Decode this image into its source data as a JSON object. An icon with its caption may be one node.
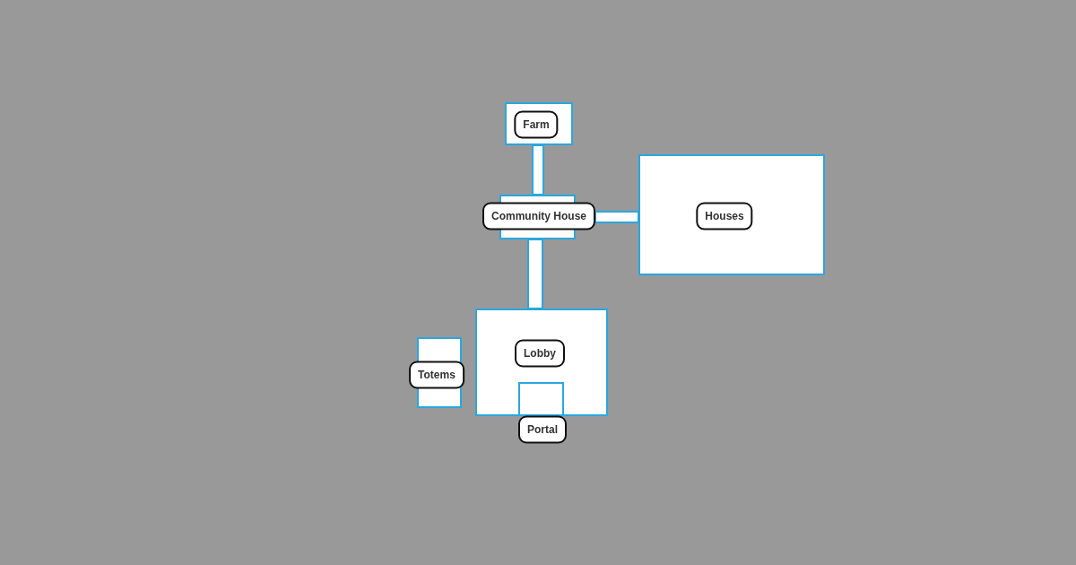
{
  "diagram": {
    "nodes": [
      {
        "text": [
          "Farm"
        ]
      },
      {
        "text": [
          "Community House"
        ]
      },
      {
        "text": [
          "Houses"
        ]
      },
      {
        "text": [
          "Lobby"
        ]
      },
      {
        "text": [
          "Totems"
        ]
      },
      {
        "text": [
          "Portal"
        ],
        "in": 3
      }
    ],
    "edges": [
      {
        "from": 0,
        "to": 1,
        "arrow": "none"
      },
      {
        "from": 1,
        "to": 2,
        "arrow": "none"
      },
      {
        "from": 1,
        "to": 3,
        "arrow": "none"
      }
    ]
  }
}
